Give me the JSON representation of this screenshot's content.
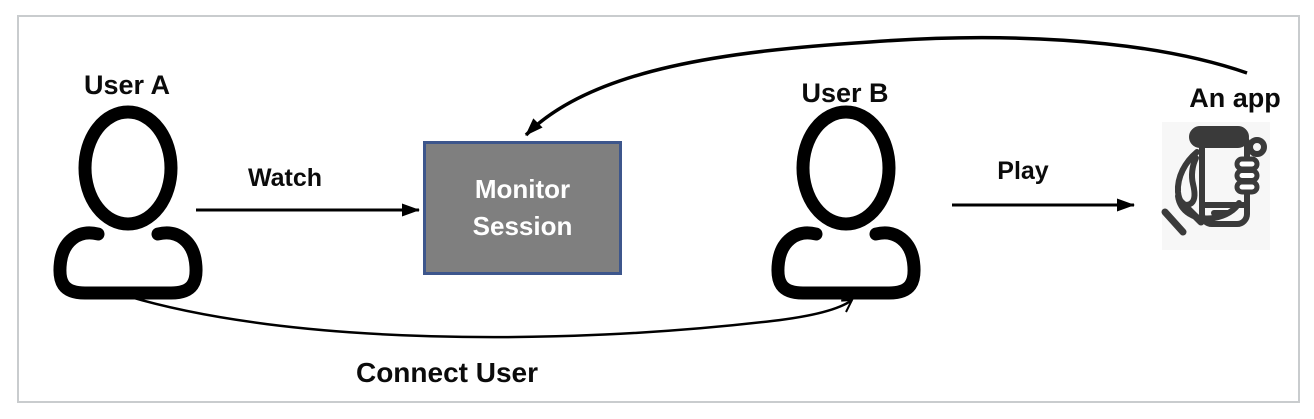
{
  "diagram": {
    "nodes": {
      "user_a": {
        "label": "User A"
      },
      "user_b": {
        "label": "User B"
      },
      "app": {
        "label": "An app"
      },
      "monitor_session": {
        "line1": "Monitor",
        "line2": "Session"
      }
    },
    "edges": {
      "watch": {
        "label": "Watch",
        "from": "User A",
        "to": "Monitor Session"
      },
      "play": {
        "label": "Play",
        "from": "User B",
        "to": "An app"
      },
      "connect_user": {
        "label": "Connect User",
        "from": "User A",
        "to": "User B"
      },
      "app_to_monitor": {
        "label": "",
        "from": "An app",
        "to": "Monitor Session"
      }
    },
    "colors": {
      "monitor_fill": "#7f7f7f",
      "monitor_border": "#3d568c",
      "monitor_text": "#ffffff",
      "line_color": "#000000",
      "app_icon_color": "#3a3a3a",
      "frame_border": "#c9ccce"
    }
  }
}
